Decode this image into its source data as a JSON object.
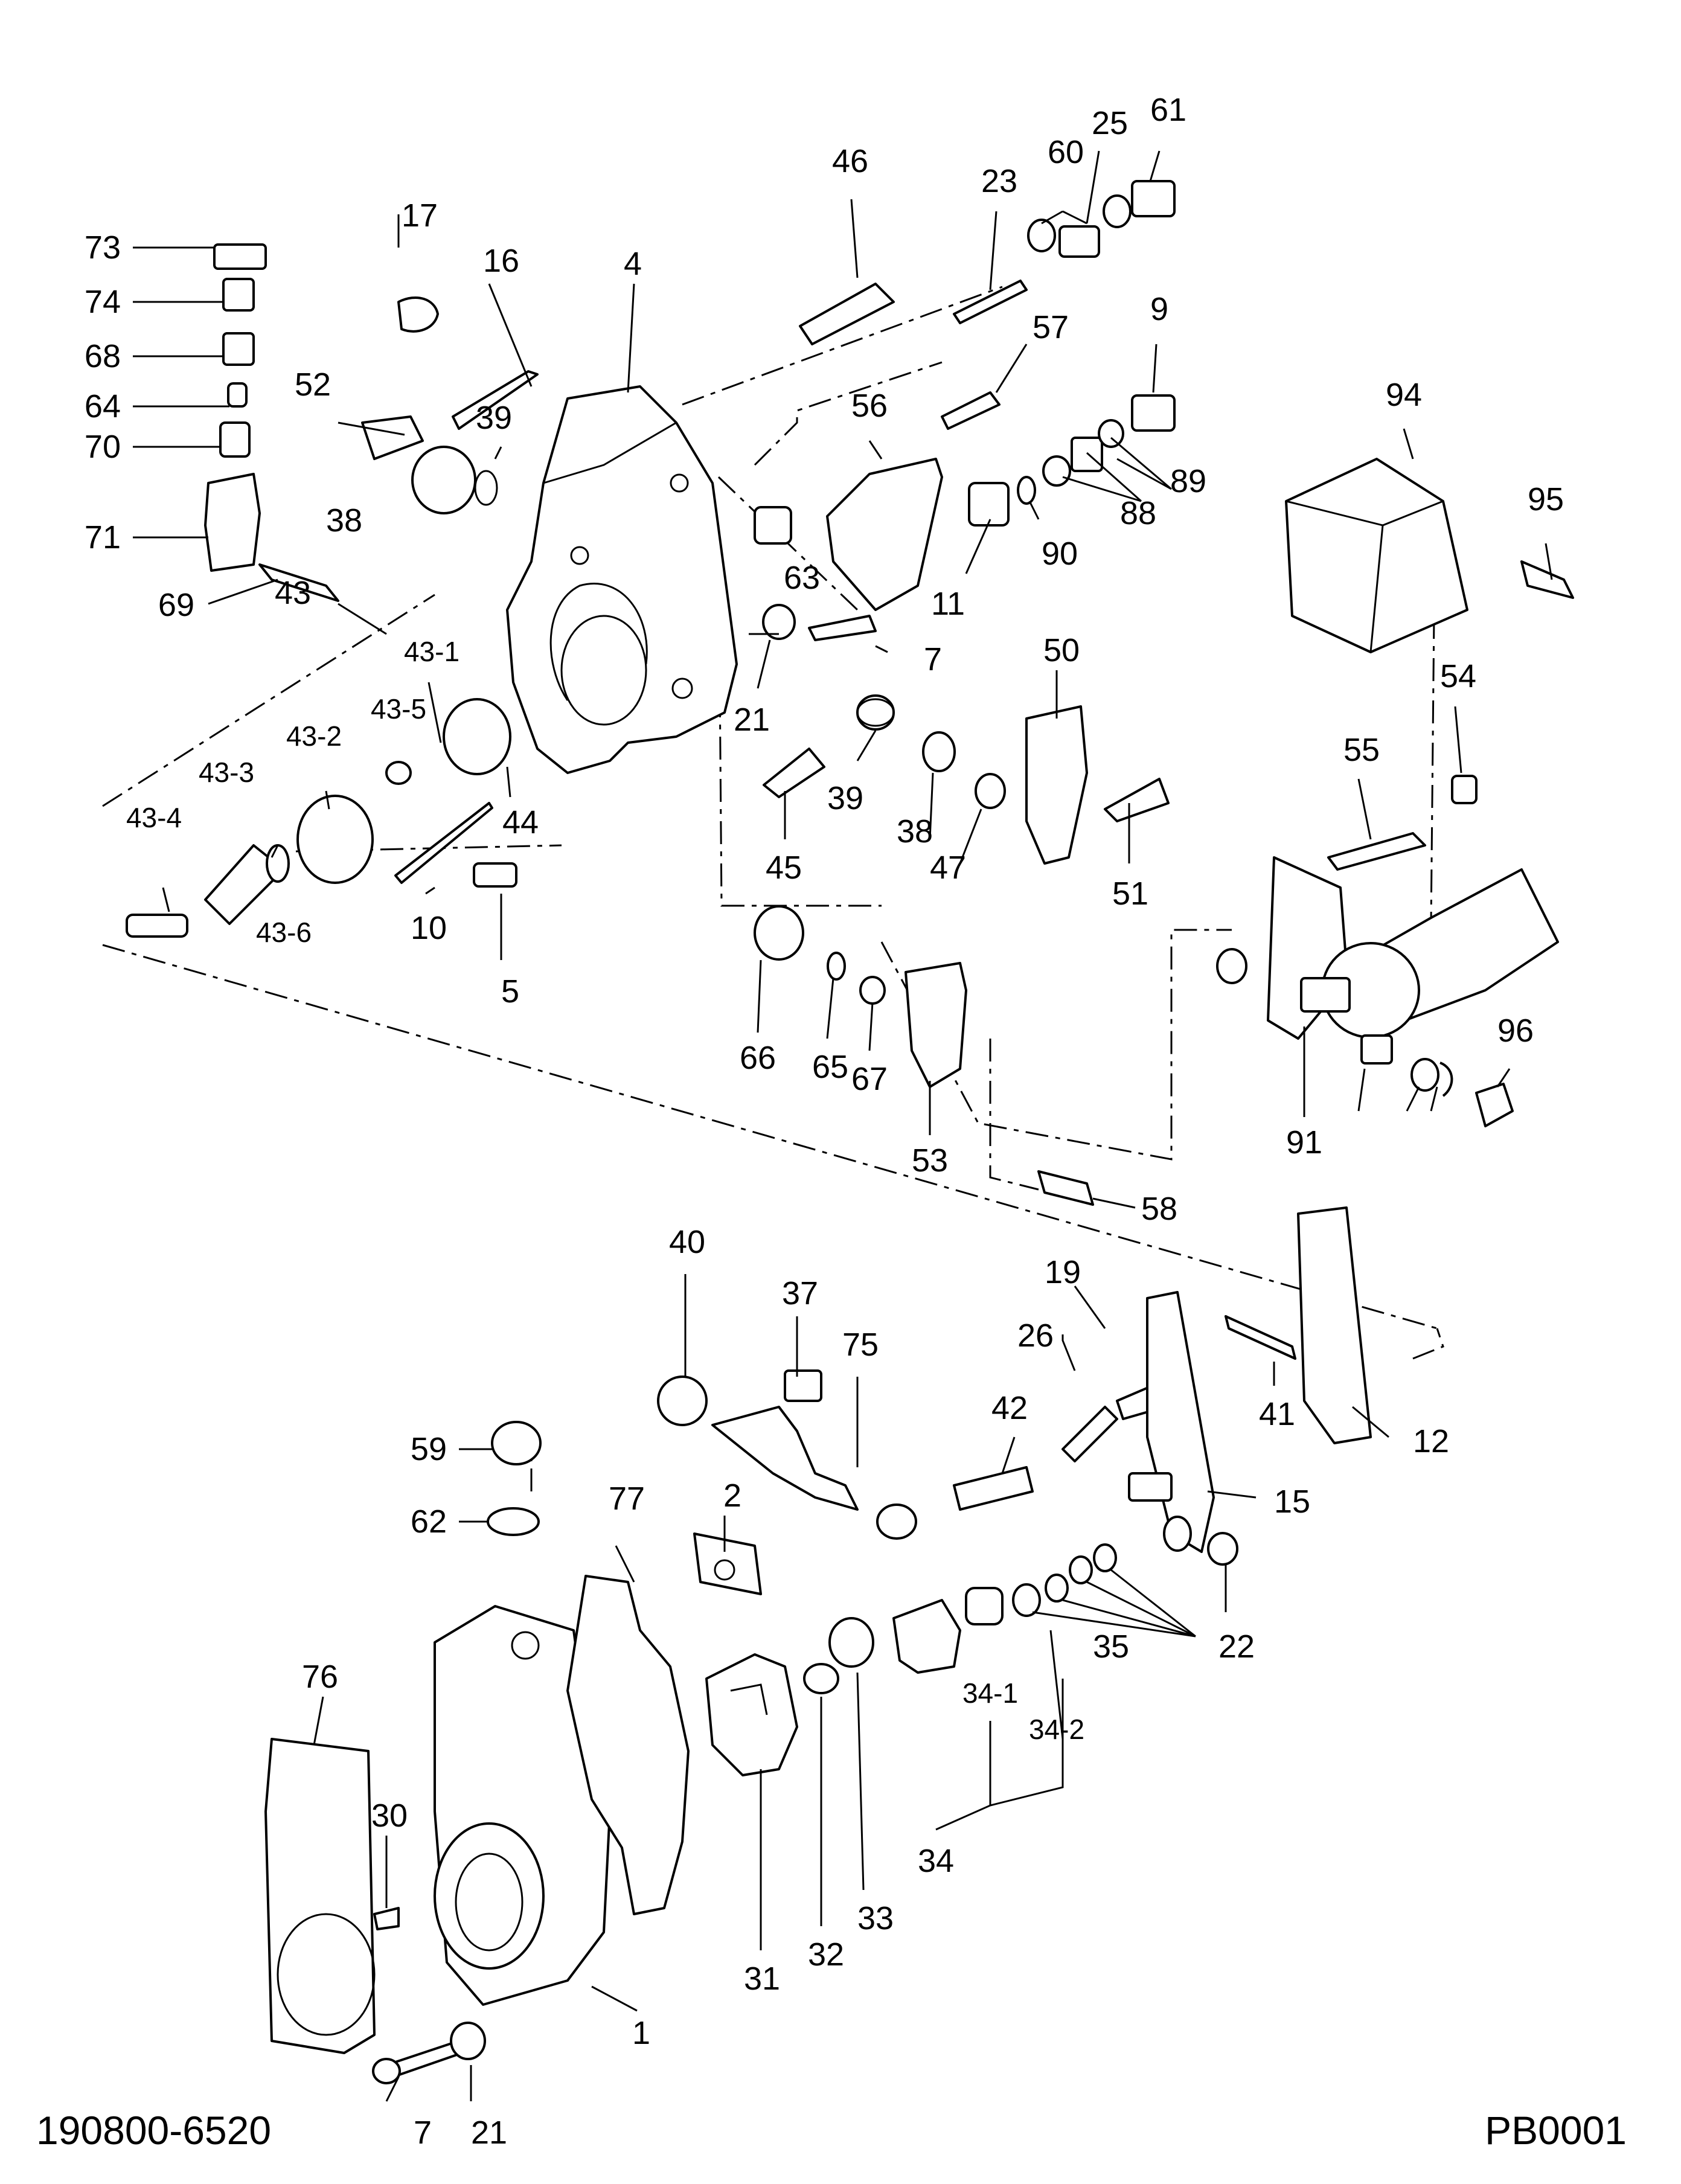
{
  "diagram": {
    "drawing_number": "190800-6520",
    "page_code": "PB0001",
    "labels": [
      {
        "id": "73",
        "text": "73"
      },
      {
        "id": "74",
        "text": "74"
      },
      {
        "id": "68",
        "text": "68"
      },
      {
        "id": "64",
        "text": "64"
      },
      {
        "id": "70",
        "text": "70"
      },
      {
        "id": "71",
        "text": "71"
      },
      {
        "id": "69",
        "text": "69"
      },
      {
        "id": "43",
        "text": "43"
      },
      {
        "id": "43-1",
        "text": "43-1"
      },
      {
        "id": "43-5",
        "text": "43-5"
      },
      {
        "id": "43-2",
        "text": "43-2"
      },
      {
        "id": "43-3",
        "text": "43-3"
      },
      {
        "id": "43-4",
        "text": "43-4"
      },
      {
        "id": "43-6",
        "text": "43-6"
      },
      {
        "id": "17",
        "text": "17"
      },
      {
        "id": "16",
        "text": "16"
      },
      {
        "id": "4",
        "text": "4"
      },
      {
        "id": "52",
        "text": "52"
      },
      {
        "id": "39a",
        "text": "39"
      },
      {
        "id": "38a",
        "text": "38"
      },
      {
        "id": "44",
        "text": "44"
      },
      {
        "id": "10",
        "text": "10"
      },
      {
        "id": "5",
        "text": "5"
      },
      {
        "id": "46",
        "text": "46"
      },
      {
        "id": "23",
        "text": "23"
      },
      {
        "id": "60",
        "text": "60"
      },
      {
        "id": "25",
        "text": "25"
      },
      {
        "id": "61",
        "text": "61"
      },
      {
        "id": "57",
        "text": "57"
      },
      {
        "id": "9",
        "text": "9"
      },
      {
        "id": "56",
        "text": "56"
      },
      {
        "id": "89",
        "text": "89"
      },
      {
        "id": "88",
        "text": "88"
      },
      {
        "id": "90",
        "text": "90"
      },
      {
        "id": "11",
        "text": "11"
      },
      {
        "id": "63",
        "text": "63"
      },
      {
        "id": "7a",
        "text": "7"
      },
      {
        "id": "21a",
        "text": "21"
      },
      {
        "id": "39b",
        "text": "39"
      },
      {
        "id": "38b",
        "text": "38"
      },
      {
        "id": "47",
        "text": "47"
      },
      {
        "id": "45",
        "text": "45"
      },
      {
        "id": "50",
        "text": "50"
      },
      {
        "id": "51",
        "text": "51"
      },
      {
        "id": "94",
        "text": "94"
      },
      {
        "id": "95",
        "text": "95"
      },
      {
        "id": "54",
        "text": "54"
      },
      {
        "id": "55",
        "text": "55"
      },
      {
        "id": "66",
        "text": "66"
      },
      {
        "id": "65",
        "text": "65"
      },
      {
        "id": "67",
        "text": "67"
      },
      {
        "id": "53",
        "text": "53"
      },
      {
        "id": "58",
        "text": "58"
      },
      {
        "id": "91",
        "text": "91"
      },
      {
        "id": "96",
        "text": "96"
      },
      {
        "id": "40",
        "text": "40"
      },
      {
        "id": "37",
        "text": "37"
      },
      {
        "id": "75",
        "text": "75"
      },
      {
        "id": "19",
        "text": "19"
      },
      {
        "id": "26",
        "text": "26"
      },
      {
        "id": "42",
        "text": "42"
      },
      {
        "id": "41",
        "text": "41"
      },
      {
        "id": "12",
        "text": "12"
      },
      {
        "id": "15",
        "text": "15"
      },
      {
        "id": "59",
        "text": "59"
      },
      {
        "id": "62",
        "text": "62"
      },
      {
        "id": "77",
        "text": "77"
      },
      {
        "id": "2",
        "text": "2"
      },
      {
        "id": "76",
        "text": "76"
      },
      {
        "id": "30",
        "text": "30"
      },
      {
        "id": "1",
        "text": "1"
      },
      {
        "id": "31",
        "text": "31"
      },
      {
        "id": "32",
        "text": "32"
      },
      {
        "id": "33",
        "text": "33"
      },
      {
        "id": "34",
        "text": "34"
      },
      {
        "id": "34-1",
        "text": "34-1"
      },
      {
        "id": "34-2",
        "text": "34-2"
      },
      {
        "id": "35",
        "text": "35"
      },
      {
        "id": "22",
        "text": "22"
      },
      {
        "id": "7b",
        "text": "7"
      },
      {
        "id": "21b",
        "text": "21"
      }
    ]
  }
}
